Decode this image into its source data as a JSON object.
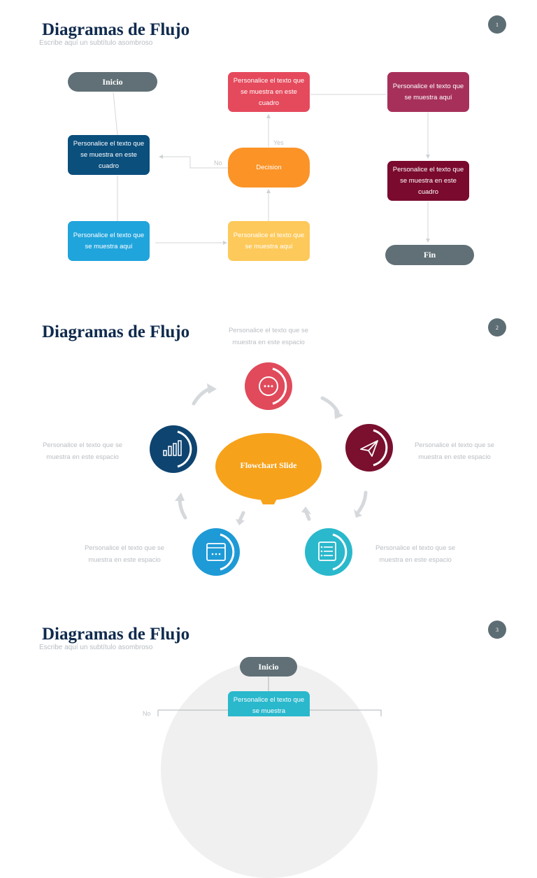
{
  "slide1": {
    "title": "Diagramas de Flujo",
    "subtitle": "Escribe aquí un subtítulo asombroso",
    "page": "1",
    "start": "Inicio",
    "end": "Fin",
    "box_navy": "Personalice el texto que se muestra en este cuadro",
    "box_sky": "Personalice el texto que se muestra aquí",
    "box_yellow": "Personalice el texto que se muestra aquí",
    "decision": "Decision",
    "box_red": "Personalice el texto que se muestra en este cuadro",
    "box_maroon": "Personalice el texto que se muestra aquí",
    "box_wine": "Personalice el texto que se muestra en este cuadro",
    "yes": "Yes",
    "no": "No"
  },
  "slide2": {
    "title": "Diagramas de Flujo",
    "page": "2",
    "center": "Flowchart Slide",
    "desc_top": "Personalice el texto que se muestra en este espacio",
    "desc_left": "Personalice el texto que se muestra en este espacio",
    "desc_right": "Personalice el texto que se muestra en este espacio",
    "desc_bottom_left": "Personalice el texto que se muestra en este espacio",
    "desc_bottom_right": "Personalice el texto que se muestra en este espacio",
    "icons": [
      "chat-icon",
      "paper-plane-icon",
      "checklist-icon",
      "browser-window-icon",
      "bar-chart-icon"
    ],
    "colors": {
      "red": "#e04a5a",
      "wine": "#7a0f2e",
      "teal": "#2ab8cc",
      "blue": "#1e9ad6",
      "navy": "#0e4470",
      "orange": "#f7a21b"
    }
  },
  "slide3": {
    "title": "Diagramas de Flujo",
    "subtitle": "Escribe aquí un subtítulo asombroso",
    "page": "3",
    "start": "Inicio",
    "box_teal": "Personalice el texto que se muestra",
    "no": "No"
  }
}
